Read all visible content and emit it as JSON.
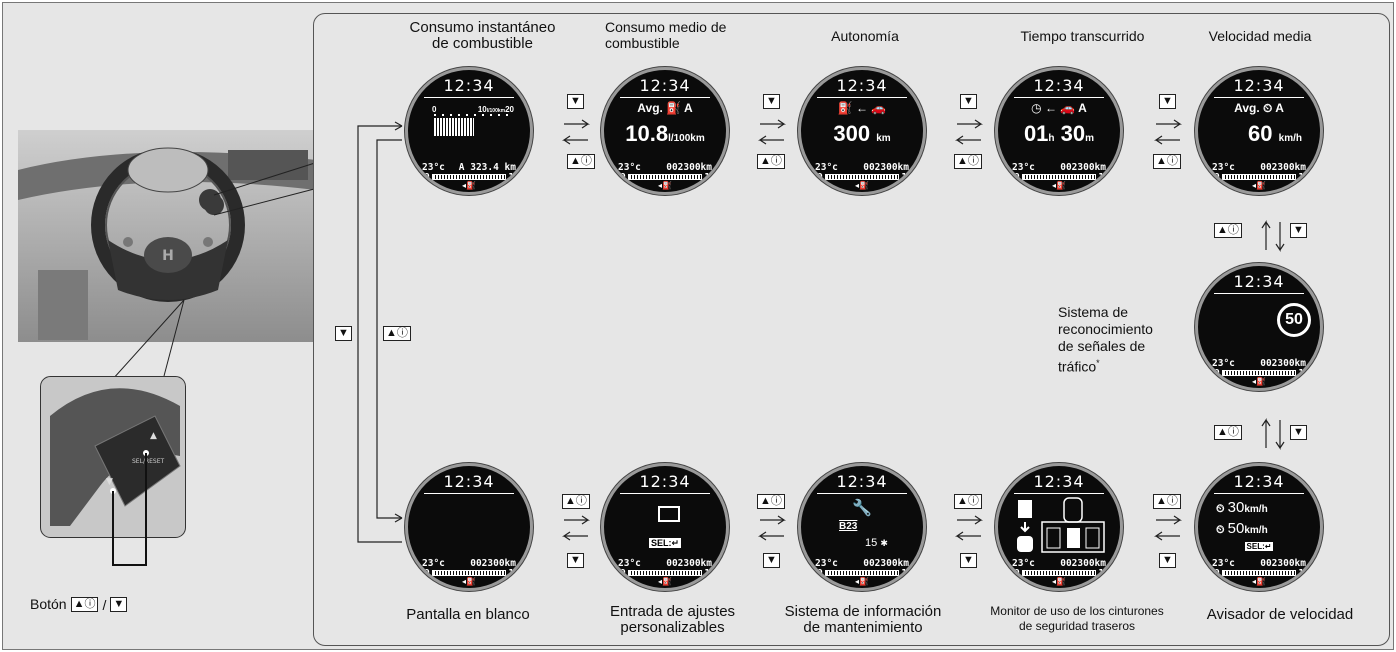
{
  "labels": {
    "inst_fuel": [
      "Consumo instantáneo",
      "de combustible"
    ],
    "avg_fuel": [
      "Consumo medio de",
      "combustible"
    ],
    "range": "Autonomía",
    "elapsed": "Tiempo transcurrido",
    "avg_speed": "Velocidad media",
    "tsr": [
      "Sistema de",
      "reconocimiento",
      "de señales de",
      "tráfico"
    ],
    "tsr_mark": "*",
    "speed_alert": "Avisador de velocidad",
    "seatbelt": [
      "Monitor de uso de los cinturones",
      "de seguridad traseros"
    ],
    "maintenance": [
      "Sistema de información",
      "de mantenimiento"
    ],
    "custom": [
      "Entrada de ajustes",
      "personalizables"
    ],
    "blank": "Pantalla en blanco",
    "button": "Botón"
  },
  "buttons": {
    "up_info": "▲ⓘ",
    "down": "▼",
    "slash": "/"
  },
  "steering_button_text": "SEL/RESET",
  "display": {
    "clock": "12:34",
    "temp": "23°c",
    "odo": "002300km",
    "gauge_min": "0",
    "gauge_max": "1",
    "fuel_symbol": "◂⛽"
  },
  "screens": {
    "inst": {
      "scale_0": "0",
      "scale_10": "10",
      "scale_unit": "l/100km",
      "scale_20": "20",
      "trip": "A 323.4 km"
    },
    "avg": {
      "header": "Avg. ⛽ A",
      "value": "10.8",
      "unit": "l/100km"
    },
    "range": {
      "header": "⛽ ← 🚗",
      "value": "300",
      "unit": "km"
    },
    "elapsed": {
      "header": "◷ ← 🚗 A",
      "hours": "01",
      "h": "h",
      "mins": "30",
      "m": "m"
    },
    "avgspeed": {
      "header": "Avg. ⏲ A",
      "value": "60",
      "unit": "km/h"
    },
    "tsr": {
      "limit": "50"
    },
    "alert": {
      "row1_value": "30",
      "row2_value": "50",
      "unit": "km/h",
      "sel": "SEL:↵"
    },
    "maint": {
      "code": "B23",
      "days": "15",
      "icon": "✱"
    },
    "custom": {
      "sel": "SEL:↵"
    }
  },
  "colors": {
    "background": "#e6e6e6",
    "screen": "#0b0b0b"
  }
}
